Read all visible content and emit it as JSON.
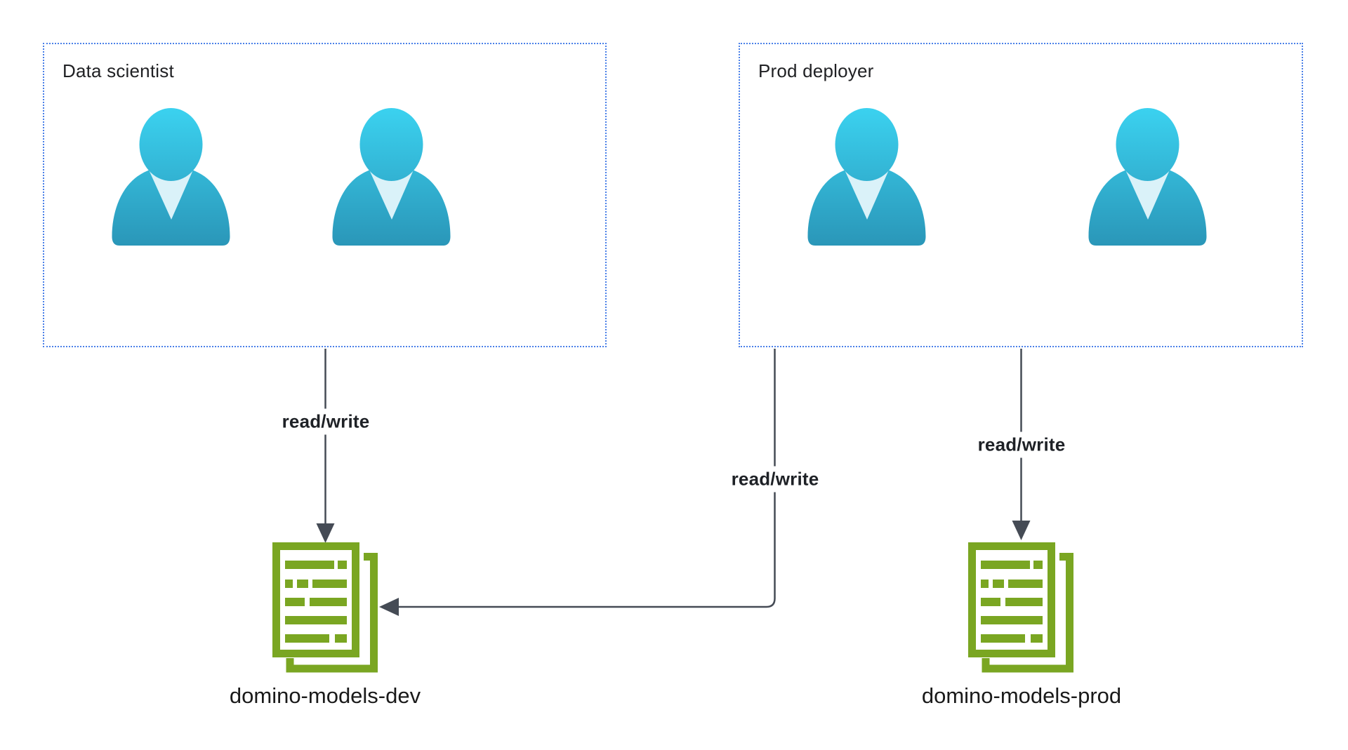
{
  "diagram": {
    "groups": [
      {
        "label": "Data scientist",
        "member_count": 2
      },
      {
        "label": "Prod deployer",
        "member_count": 2
      }
    ],
    "stores": [
      {
        "label": "domino-models-dev"
      },
      {
        "label": "domino-models-prod"
      }
    ],
    "edges": [
      {
        "from": "Data scientist",
        "to": "domino-models-dev",
        "label": "read/write"
      },
      {
        "from": "Prod deployer",
        "to": "domino-models-dev",
        "label": "read/write"
      },
      {
        "from": "Prod deployer",
        "to": "domino-models-prod",
        "label": "read/write"
      }
    ],
    "colors": {
      "group_border": "#4a80e8",
      "edge": "#454b55",
      "document_green": "#7aa622",
      "person_gradient_top": "#3bd2f0",
      "person_gradient_bottom": "#2a96b8",
      "person_chest": "#daf2f9",
      "label_text": "#202124",
      "edge_label_text": "#1e2126"
    }
  }
}
